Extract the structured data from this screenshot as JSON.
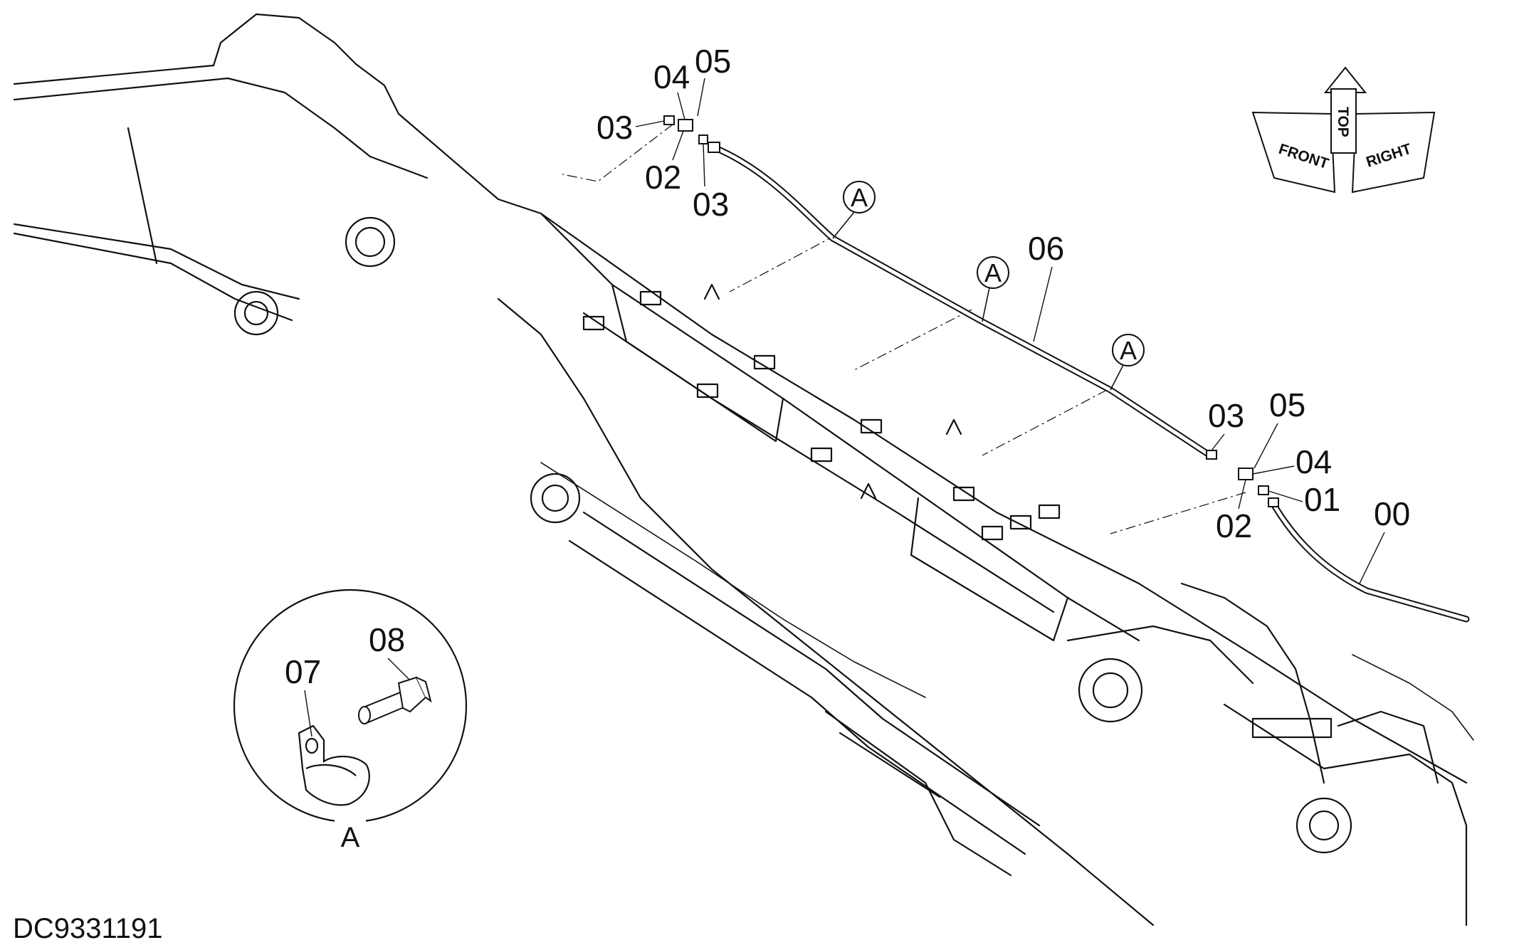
{
  "document": {
    "id": "DC9331191"
  },
  "callouts": {
    "c00": "00",
    "c01": "01",
    "c02a": "02",
    "c02b": "02",
    "c03a": "03",
    "c03b": "03",
    "c03c": "03",
    "c04a": "04",
    "c04b": "04",
    "c05a": "05",
    "c05b": "05",
    "c06": "06",
    "c07": "07",
    "c08": "08"
  },
  "section_markers": [
    "A",
    "A",
    "A"
  ],
  "detail_view": {
    "caption": "A"
  },
  "orientation_symbol": {
    "front": "FRONT",
    "top": "TOP",
    "right": "RIGHT"
  }
}
